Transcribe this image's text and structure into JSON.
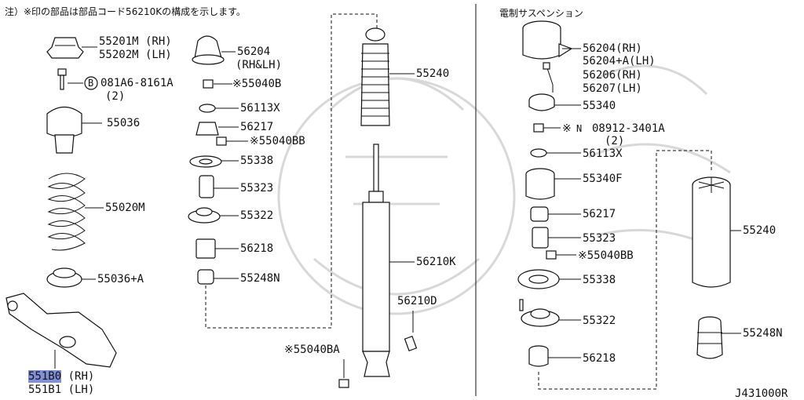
{
  "header": {
    "note": "注）※印の部品は部品コード56210Kの構成を示します。",
    "right_title": "電制サスペンション",
    "code": "J431000R"
  },
  "left_parts": {
    "p55201": "55201M (RH)",
    "p55202": "55202M (LH)",
    "p56204": "56204",
    "p56204_sub": "(RH&LH)",
    "bolt": "081A6-8161A",
    "bolt_qty": "(2)",
    "bolt_mark": "B",
    "p55036": "55036",
    "p55020": "55020M",
    "p55036a": "55036+A",
    "p551b0": "551B0",
    "p551b0_side": "(RH)",
    "p551b1": "551B1 (LH)"
  },
  "center_parts": {
    "p55040b": "※55040B",
    "p56113x": "56113X",
    "p56217": "56217",
    "p55040bb": "※55040BB",
    "p55338": "55338",
    "p55323": "55323",
    "p55322": "55322",
    "p56218": "56218",
    "p55248n": "55248N",
    "p55240": "55240",
    "p56210k": "56210K",
    "p56210d": "56210D",
    "p55040ba": "※55040BA"
  },
  "right_parts": {
    "p56204rh": "56204(RH)",
    "p56204alh": "56204+A(LH)",
    "p56206": "56206(RH)",
    "p56207": "56207(LH)",
    "p55340": "55340",
    "nut_mark": "N",
    "nut": "08912-3401A",
    "nut_qty": "(2)",
    "nut_star": "※",
    "p56113x": "56113X",
    "p55340f": "55340F",
    "p56217": "56217",
    "p55323": "55323",
    "p55040bb": "※55040BB",
    "p55338": "55338",
    "p55322": "55322",
    "p56218": "56218",
    "p55240": "55240",
    "p55248n": "55248N"
  }
}
